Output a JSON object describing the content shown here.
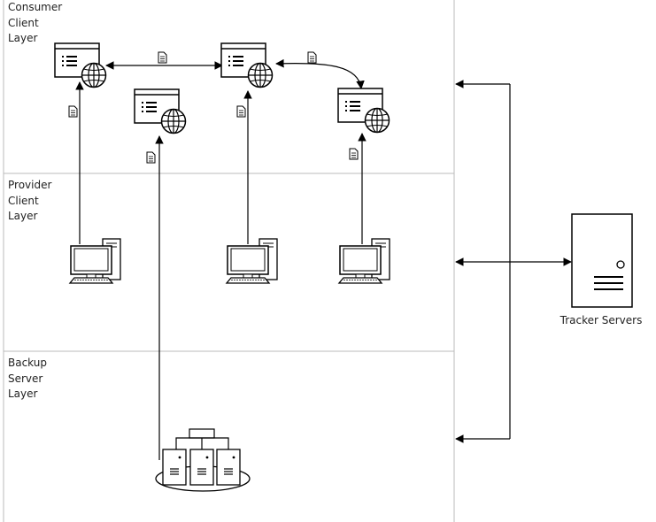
{
  "layers": [
    {
      "label_lines": [
        "Consumer",
        "Client",
        "Layer"
      ]
    },
    {
      "label_lines": [
        "Provider",
        "Client",
        "Layer"
      ]
    },
    {
      "label_lines": [
        "Backup",
        "Server",
        "Layer"
      ]
    }
  ],
  "tracker": {
    "label": "Tracker Servers"
  },
  "icons": {
    "web_client": "browser-window-globe-icon",
    "desktop": "desktop-computer-icon",
    "document": "document-icon",
    "server_cluster": "server-cluster-icon",
    "tracker_server": "tower-server-icon"
  }
}
